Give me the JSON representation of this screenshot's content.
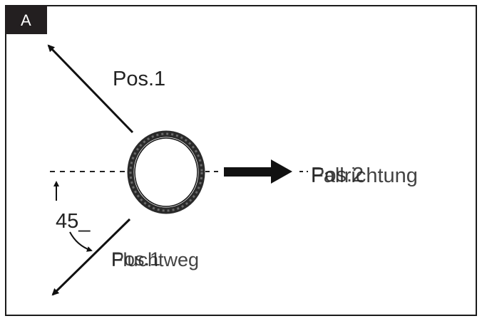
{
  "panel": {
    "tab_label": "A",
    "tab_color": "#231f20",
    "border_color": "#1a1a1a"
  },
  "labels": {
    "pos1_top": "Pos.1",
    "pos2": "Pos.2",
    "fallrichtung": "Fallrichtung",
    "pos1_bottom": "Pos.1",
    "fluchtweg": "Fluchtweg",
    "angle": "45_"
  },
  "icons": {
    "tree_trunk": "tree-trunk-icon",
    "fall_direction_arrow": "fall-direction-arrow-icon",
    "escape_arrow": "escape-route-arrow-icon"
  }
}
